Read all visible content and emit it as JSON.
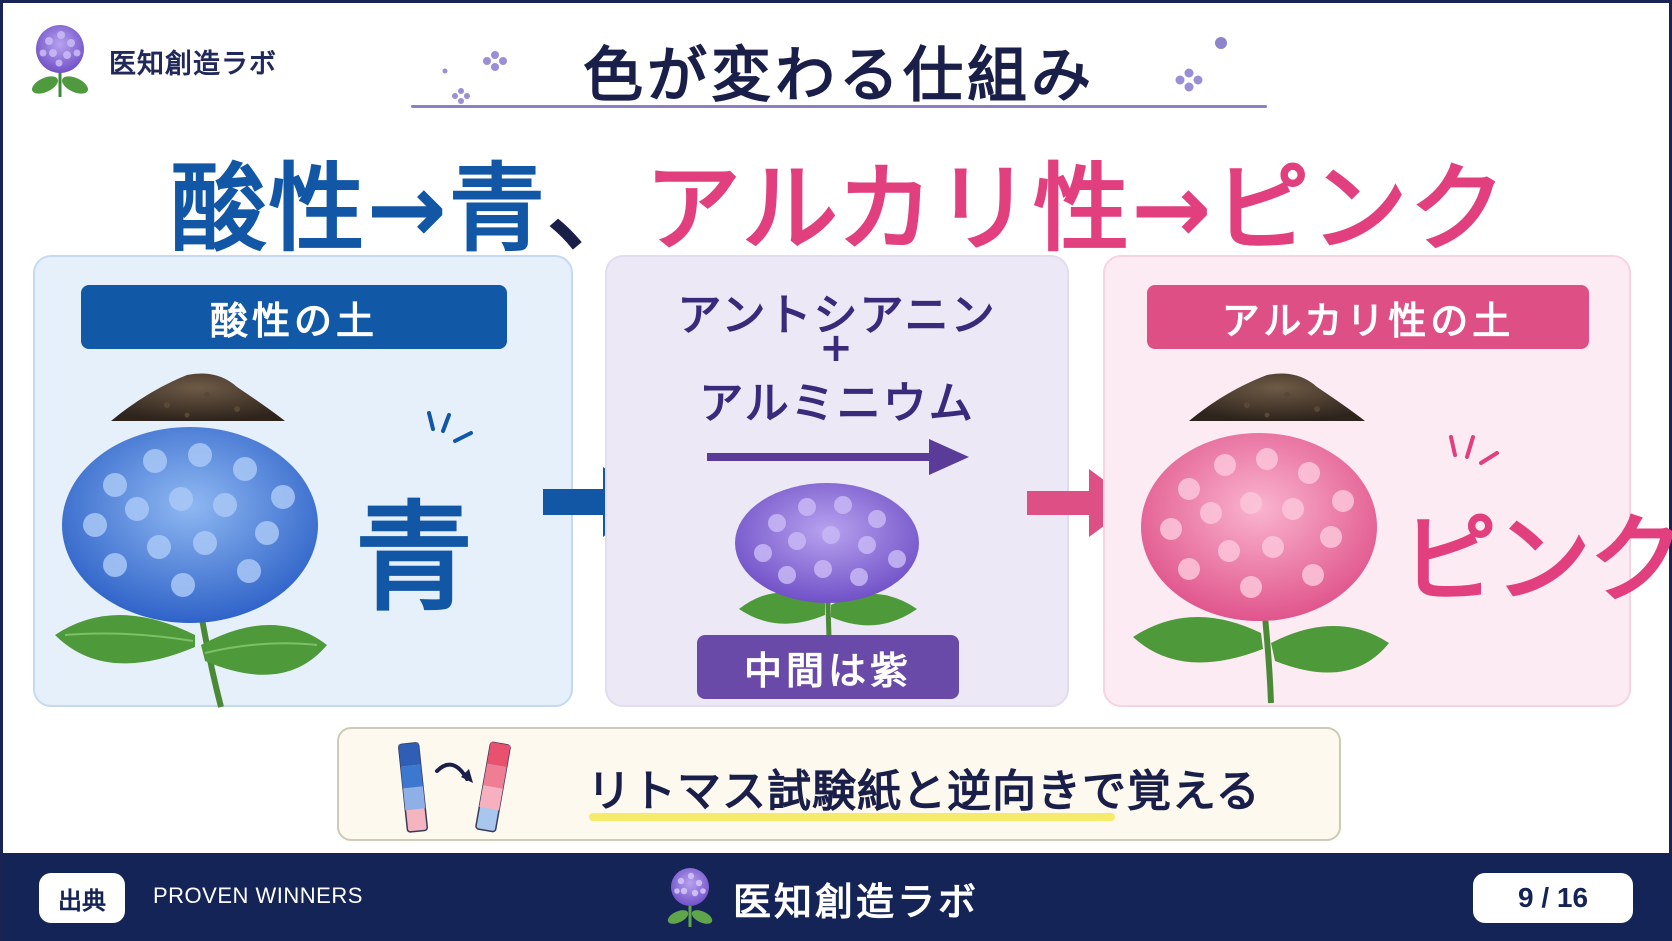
{
  "brand": {
    "name": "医知創造ラボ"
  },
  "title": "色が変わる仕組み",
  "headline": {
    "acid": "酸性",
    "arrow1": "→",
    "blue": "青",
    "comma": "、",
    "alkali": "アルカリ性",
    "arrow2": "→",
    "pink": "ピンク"
  },
  "panels": {
    "left": {
      "label": "酸性の土",
      "color_word": "青"
    },
    "middle": {
      "line1": "アントシアニン",
      "plus": "+",
      "line2": "アルミニウム",
      "label": "中間は紫"
    },
    "right": {
      "label": "アルカリ性の土",
      "color_word": "ピンク"
    }
  },
  "tip": {
    "text": "リトマス試験紙と逆向きで覚える"
  },
  "footer": {
    "source_label": "出典",
    "source_text": "PROVEN WINNERS",
    "brand": "医知創造ラボ",
    "page": "9 / 16"
  },
  "icons": [
    "hydrangea-logo-icon",
    "sparkle-icon",
    "soil-pile-icon",
    "hydrangea-icon",
    "arrow-right-icon",
    "litmus-paper-icon",
    "curved-arrow-icon"
  ],
  "colors": {
    "acid_blue": "#1257a6",
    "alkali_pink": "#e23f7e",
    "purple": "#6a4aa8",
    "navy": "#142456"
  }
}
